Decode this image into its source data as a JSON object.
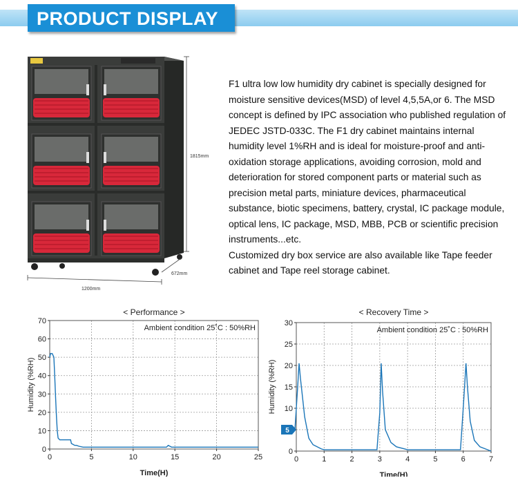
{
  "banner": {
    "title": "PRODUCT DISPLAY"
  },
  "product": {
    "dims": {
      "height": "1815mm",
      "width": "1200mm",
      "depth": "672mm"
    },
    "description": [
      "F1 ultra low low humidity dry cabinet is specially designed for moisture sensitive devices(MSD) of level 4,5,5A,or 6. The MSD concept is defined by IPC association who published regulation of JEDEC JSTD-033C. The F1 dry cabinet maintains internal humidity level 1%RH and is ideal for moisture-proof and anti-oxidation storage applications, avoiding corrosion, mold and deterioration for stored component parts or material such as precision metal parts, miniature devices, pharmaceutical substance, biotic specimens, battery, crystal, IC package module, optical lens, IC package, MSD, MBB, PCB or scientific precision instruments...etc.",
      "Customized dry box service are also available like Tape feeder cabinet and Tape reel storage cabinet."
    ],
    "colors": {
      "body": "#3a3c3a",
      "door_trim": "#d8283a",
      "accent": "#1a8fd6"
    }
  },
  "chart_data": [
    {
      "type": "line",
      "title": "< Performance >",
      "annotation": "Ambient condition 25˚C : 50%RH",
      "xlabel": "Time(H)",
      "ylabel": "Humidity (%RH)",
      "xlim": [
        0,
        25
      ],
      "ylim": [
        0,
        70
      ],
      "xticks": [
        "0",
        "5",
        "10",
        "15",
        "20",
        "25"
      ],
      "yticks": [
        "0",
        "10",
        "20",
        "30",
        "40",
        "50",
        "60",
        "70"
      ],
      "grid": true,
      "series": [
        {
          "color": "#1a75b8",
          "x": [
            0,
            0.1,
            0.3,
            0.5,
            0.6,
            0.7,
            0.8,
            0.9,
            1.0,
            1.2,
            1.5,
            2,
            2.5,
            2.6,
            3,
            3.2,
            3.5,
            4,
            5,
            8,
            14,
            14.2,
            14.4,
            14.6,
            15,
            18,
            25
          ],
          "y": [
            50,
            52,
            52,
            50,
            40,
            28,
            18,
            10,
            6,
            5,
            5,
            5,
            5,
            3,
            2,
            2,
            1.5,
            1,
            1,
            1,
            1,
            2,
            1.5,
            1,
            1,
            1,
            1
          ]
        }
      ]
    },
    {
      "type": "line",
      "title": "< Recovery Time >",
      "annotation": "Ambient condition 25˚C : 50%RH",
      "xlabel": "Time(H)",
      "ylabel": "Humidity (%RH)",
      "xlim": [
        0,
        7
      ],
      "ylim": [
        0,
        30
      ],
      "xticks": [
        "0",
        "1",
        "2",
        "3",
        "4",
        "5",
        "6",
        "7"
      ],
      "yticks": [
        "0",
        "5",
        "10",
        "15",
        "20",
        "25",
        "30"
      ],
      "marker_label": "5",
      "marker_value": 5,
      "grid": true,
      "series": [
        {
          "color": "#1a75b8",
          "x": [
            -0.15,
            -0.05,
            0.05,
            0.1,
            0.15,
            0.3,
            0.45,
            0.6,
            0.9,
            1.0,
            2.9,
            3.0,
            3.05,
            3.1,
            3.2,
            3.4,
            3.6,
            3.9,
            4.0,
            5.9,
            6.0,
            6.1,
            6.15,
            6.25,
            6.4,
            6.6,
            6.8,
            7.0
          ],
          "y": [
            5,
            5,
            15,
            20.5,
            17,
            8,
            3,
            1.5,
            0.5,
            0.3,
            0.3,
            9,
            20.5,
            14,
            5,
            2,
            1,
            0.5,
            0.3,
            0.3,
            10,
            20.5,
            15,
            7,
            2.5,
            1,
            0.5,
            0
          ]
        }
      ]
    }
  ]
}
